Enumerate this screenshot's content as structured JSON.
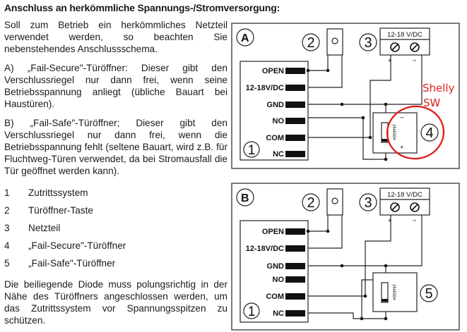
{
  "heading": "Anschluss an herkömmliche Spannungs-/Stromversorgung:",
  "intro": "Soll zum Betrieb ein herkömmliches Netzteil verwendet werden, so beachten Sie nebenstehendes Anschlussschema.",
  "para_a": "A) „Fail-Secure\"-Türöffner: Dieser gibt den Verschlussriegel nur dann frei, wenn seine Betriebsspannung anliegt (übliche Bauart bei Haustüren).",
  "para_b": "B) „Fail-Safe\"-Türöffner; Dieser gibt den Verschlussriegel nur dann frei, wenn die Betriebsspannung fehlt (seltene Bauart, wird z.B. für Fluchtweg-Türen verwendet, da bei Stromausfall die Tür geöffnet werden kann).",
  "legend": [
    {
      "num": "1",
      "label": "Zutrittssystem"
    },
    {
      "num": "2",
      "label": "Türöffner-Taste"
    },
    {
      "num": "3",
      "label": "Netzteil"
    },
    {
      "num": "4",
      "label": "„Fail-Secure\"-Türöffner"
    },
    {
      "num": "5",
      "label": "„Fail-Safe\"-Türöffner"
    }
  ],
  "footer": "Die beiliegende Diode muss polungsrichtig in der Nähe des Türöffners angeschlossen werden, um das Zutrittssystem vor Spannungsspitzen zu schützen.",
  "diagrams": [
    {
      "label": "A",
      "pins": [
        "OPEN",
        "12-18V/DC",
        "GND",
        "NO",
        "COM",
        "NC"
      ],
      "numbers": [
        "1",
        "2",
        "3",
        "4"
      ],
      "psu_label": "12-18 V/DC",
      "diode": "1N4004"
    },
    {
      "label": "B",
      "pins": [
        "OPEN",
        "12-18V/DC",
        "GND",
        "NO",
        "COM",
        "NC"
      ],
      "numbers": [
        "1",
        "2",
        "3",
        "5"
      ],
      "psu_label": "12-18 V/DC",
      "diode": "1N4004"
    }
  ],
  "annotation": {
    "line1": "Shelly",
    "line2": "SW",
    "color": "#e0201c"
  },
  "symbols": {
    "plus": "+",
    "minus": "−",
    "terminal": "⊘"
  }
}
